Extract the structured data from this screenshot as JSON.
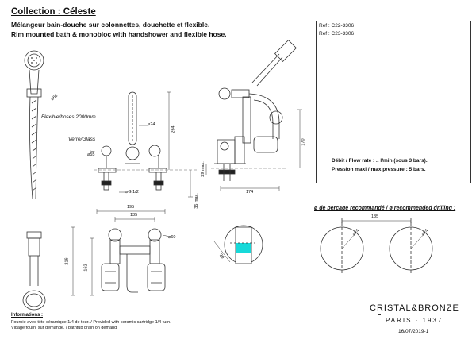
{
  "header": {
    "title": "Collection : Céleste",
    "subtitle_fr": "Mélangeur bain-douche sur colonnettes, douchette et flexible.",
    "subtitle_en": "Rim mounted bath & monobloc with handshower and flexible hose."
  },
  "notes": {
    "hose": "Flexible/hoses 2000mm",
    "glass": "Verre/Glass"
  },
  "dimensions": {
    "d60_top": "60",
    "d24_front": "24",
    "d55": "55",
    "d264": "264",
    "g_half": "G 1/2",
    "max35": "35 max.",
    "d29max": "29 max.",
    "d170": "170",
    "d174": "174",
    "d195": "195",
    "d135_top": "135",
    "d60_bottom": "60",
    "d216": "216",
    "d162": "162",
    "d30": "30",
    "d135_drill": "135",
    "d24_drill_left": "24",
    "d24_drill_right": "24"
  },
  "reference_box": {
    "ref1": "Ref : C22-3306",
    "ref2": "Ref : C23-3306",
    "flow_rate": "Débit / Flow rate : .. l/min (sous  3 bars).",
    "pressure": "Pression maxi / max pressure : 5 bars."
  },
  "drilling": {
    "title": "ø de perçage recommandé / ø recommended drilling :"
  },
  "informations": {
    "heading": "Informations :",
    "line1": "Fournie avec tête céramique 1/4 de tour. / Provided with ceramic cartridge 1/4 turn.",
    "line2": "Vidage fourni sur demande. / bathtub drain on demand"
  },
  "brand": {
    "name": "CRISTAL&BRONZE",
    "city": "PARIS · 1937",
    "date": "16/07/2019-1"
  },
  "colors": {
    "accent_cyan": "#17d9d9",
    "render_grey": "#a9adb0",
    "line": "#333333"
  }
}
